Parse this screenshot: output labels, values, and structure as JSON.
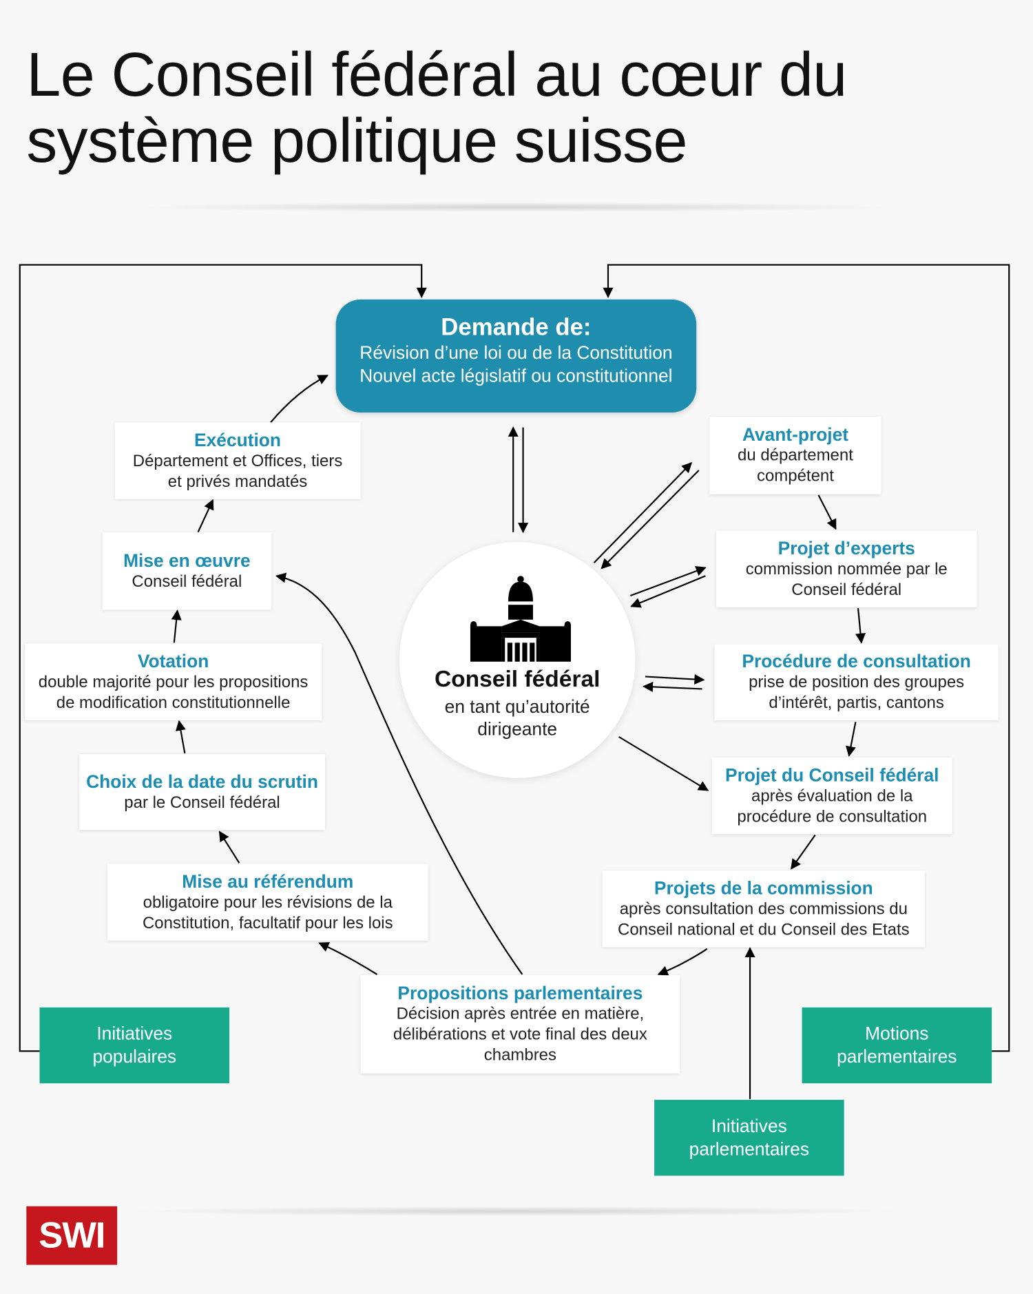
{
  "title": {
    "line1": "Le Conseil fédéral au cœur du",
    "line2": "système politique suisse"
  },
  "colors": {
    "demande_bg": "#1e8dae",
    "heading_blue": "#1b8db3",
    "green": "#17aa8d",
    "logo_red": "#c4161c"
  },
  "demande": {
    "heading": "Demande de:",
    "line1": "Révision d’une loi ou de la Constitution",
    "line2": "Nouvel acte législatif ou constitutionnel"
  },
  "center": {
    "icon": "federal-palace-icon",
    "heading": "Conseil fédéral",
    "line1": "en tant qu’autorité",
    "line2": "dirigeante"
  },
  "steps": {
    "execution": {
      "heading": "Exécution",
      "line1": "Département et Offices, tiers",
      "line2": "et privés mandatés"
    },
    "mise_en_oeuvre": {
      "heading": "Mise en œuvre",
      "line1": "Conseil fédéral"
    },
    "votation": {
      "heading": "Votation",
      "line1": "double majorité pour les propositions",
      "line2": "de modification constitutionnelle"
    },
    "choix_date": {
      "heading": "Choix de la date du scrutin",
      "line1": "par le Conseil fédéral"
    },
    "referendum": {
      "heading": "Mise au référendum",
      "line1": "obligatoire pour les révisions de la",
      "line2": "Constitution, facultatif pour les lois"
    },
    "propositions": {
      "heading": "Propositions parlementaires",
      "line1": "Décision après entrée en matière,",
      "line2": "délibérations et vote final des deux",
      "line3": "chambres"
    },
    "avant_projet": {
      "heading": "Avant-projet",
      "line1": "du département",
      "line2": "compétent"
    },
    "projet_experts": {
      "heading": "Projet d’experts",
      "line1": "commission nommée par le",
      "line2": "Conseil fédéral"
    },
    "consultation": {
      "heading": "Procédure de consultation",
      "line1": "prise de position des groupes",
      "line2": "d’intérêt, partis, cantons"
    },
    "projet_cf": {
      "heading": "Projet du Conseil fédéral",
      "line1": "après évaluation de la",
      "line2": "procédure de consultation"
    },
    "commission": {
      "heading": "Projets de la commission",
      "line1": "après consultation des commissions du",
      "line2": "Conseil national et du Conseil des Etats"
    }
  },
  "origins": {
    "initiatives_populaires": {
      "line1": "Initiatives",
      "line2": "populaires"
    },
    "motions": {
      "line1": "Motions",
      "line2": "parlementaires"
    },
    "initiatives_parlementaires": {
      "line1": "Initiatives",
      "line2": "parlementaires"
    }
  },
  "logo": {
    "text": "SWI"
  }
}
